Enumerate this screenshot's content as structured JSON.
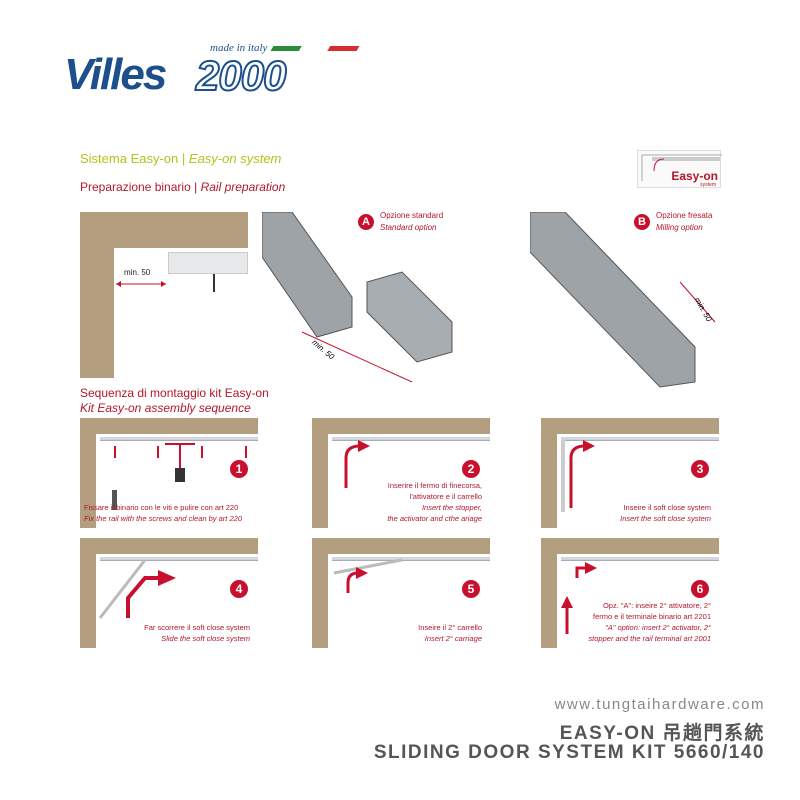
{
  "logo": {
    "brand": "Villes",
    "number": "2000",
    "tagline": "made in italy"
  },
  "header": {
    "system_it": "Sistema Easy-on",
    "system_en": "Easy-on system",
    "prep_it": "Preparazione binario",
    "prep_en": "Rail preparation",
    "separator": "|"
  },
  "badge": {
    "title": "Easy-on",
    "subtitle": "system"
  },
  "rail_prep": {
    "dimension": "min. 50",
    "option_a": {
      "letter": "A",
      "it": "Opzione standard",
      "en": "Standard option",
      "dimension": "min. 50"
    },
    "option_b": {
      "letter": "B",
      "it": "Opzione fresata",
      "en": "Milling option",
      "dimension": "min. 50"
    }
  },
  "sequence": {
    "title_it": "Sequenza di montaggio kit Easy-on",
    "title_en": "Kit Easy-on assembly sequence"
  },
  "steps": [
    {
      "n": "1",
      "it": "Fissare il binario con le viti e pulire con art 220",
      "en": "Fix the rail with the screws and clean by art 220"
    },
    {
      "n": "2",
      "it": "Inserire il fermo di finecorsa,",
      "it2": "l'attivatore e il carrello",
      "en": "Insert the stopper,",
      "en2": "the activator and cthe ariage"
    },
    {
      "n": "3",
      "it": "Inseire il soft close system",
      "en": "Insert the soft close system"
    },
    {
      "n": "4",
      "it": "Far scorrere il soft close system",
      "en": "Slide the soft close system"
    },
    {
      "n": "5",
      "it": "Inseire il 2° carrello",
      "en": "Insert 2° carriage"
    },
    {
      "n": "6",
      "it": "Opz. \"A\": inseire 2° attivatore, 2°",
      "it2": "fermo e il terminale binario art 2201",
      "en": "\"A\" option: insert 2° activator, 2°",
      "en2": "stopper and the rail terminal art 2001"
    }
  ],
  "footer": {
    "website": "www.tungtaihardware.com",
    "title1": "EASY-ON 吊趟門系統",
    "title2": "SLIDING DOOR SYSTEM KIT 5660/140"
  },
  "colors": {
    "accent_red": "#b3172b",
    "green": "#b5c21b",
    "wall": "#b39f80",
    "brand_blue": "#1d4f8c"
  }
}
